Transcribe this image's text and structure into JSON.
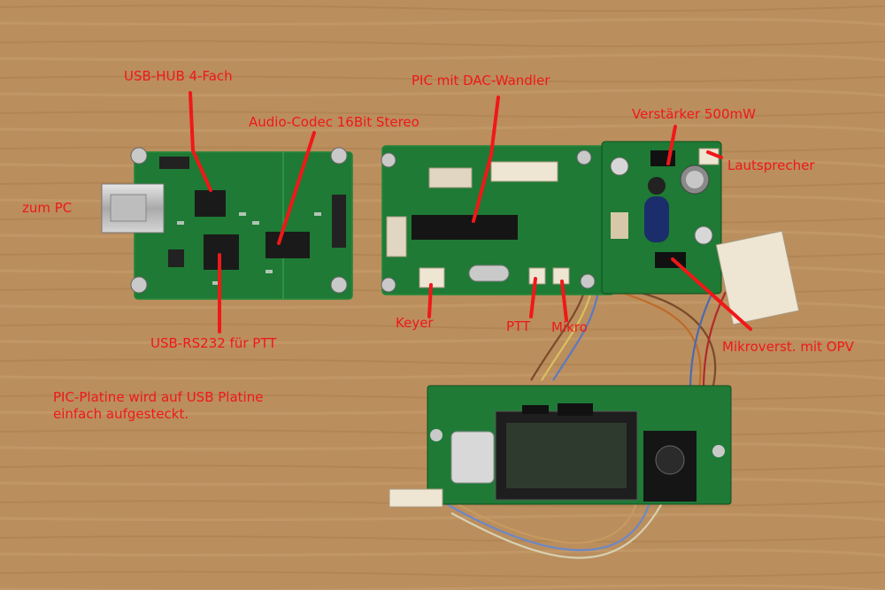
{
  "annotation_color": "#f01818",
  "labels": {
    "usb_hub": "USB-HUB 4-Fach",
    "audio_codec": "Audio-Codec 16Bit Stereo",
    "pic_dac": "PIC mit DAC-Wandler",
    "amplifier": "Verstärker 500mW",
    "speaker": "Lautsprecher",
    "to_pc": "zum PC",
    "usb_rs232": "USB-RS232 für PTT",
    "keyer": "Keyer",
    "ptt": "PTT",
    "mic": "Mikro",
    "mic_amp": "Mikroverst. mit OPV",
    "note_line1": "PIC-Platine wird auf USB Platine",
    "note_line2": "einfach aufgesteckt."
  }
}
